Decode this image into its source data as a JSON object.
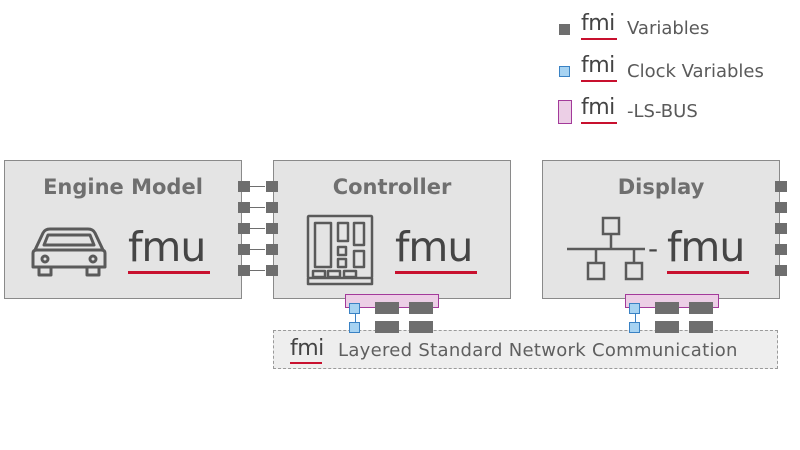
{
  "legend": {
    "items": [
      {
        "logo": "fmi",
        "label": "Variables",
        "marker": "variable-port",
        "color": "#6e6e6e"
      },
      {
        "logo": "fmi",
        "label": "Clock Variables",
        "marker": "clock-port",
        "color": "#a7d3f2"
      },
      {
        "logo": "fmi",
        "label": "-LS-BUS",
        "marker": "ls-bus",
        "color": "#eccfe6"
      }
    ]
  },
  "blocks": {
    "engine": {
      "title": "Engine Model",
      "logo": "fmu",
      "icon": "car-icon"
    },
    "controller": {
      "title": "Controller",
      "logo": "fmu",
      "icon": "circuit-board-icon"
    },
    "display": {
      "title": "Display",
      "logo": "fmu",
      "icon": "network-hierarchy-icon",
      "separator": "-"
    }
  },
  "network": {
    "logo": "fmi",
    "label": "Layered Standard Network Communication"
  },
  "colors": {
    "block_fill": "#e4e4e4",
    "port": "#6e6e6e",
    "clock": "#a7d3f2",
    "ls_bus": "#eccfe6",
    "accent_red": "#c8102e"
  }
}
